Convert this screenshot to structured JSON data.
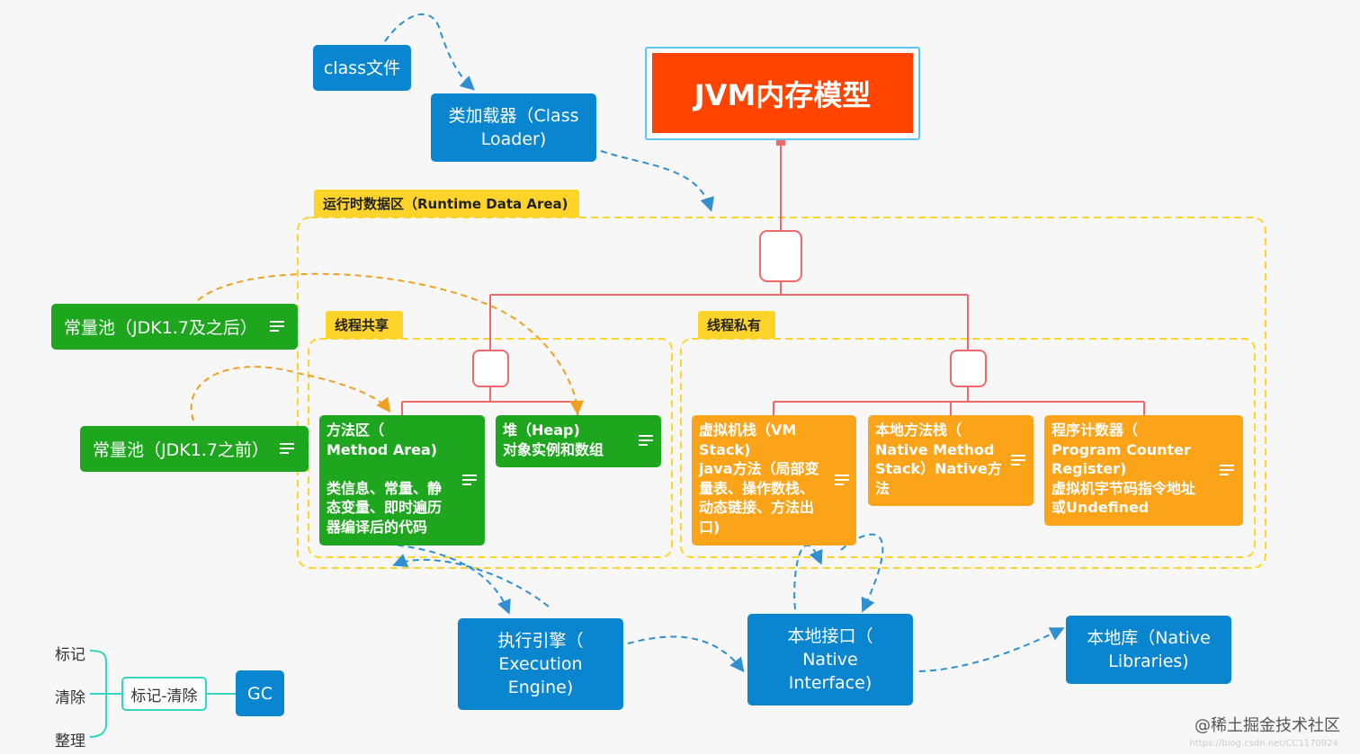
{
  "colors": {
    "root": "#ff4400",
    "blue": "#0a86d0",
    "green": "#1ea61e",
    "orange": "#fba41a",
    "yellow": "#ffd42a",
    "connector": "#ee6a6a",
    "dash": "#2f8fd0",
    "dash_orange": "#f0a020",
    "teal": "#33d6c0"
  },
  "root": {
    "title": "JVM内存模型"
  },
  "class_file": {
    "label": "class文件"
  },
  "class_loader": {
    "label": "类加载器（Class\nLoader)"
  },
  "runtime_area": {
    "tag": "运行时数据区（Runtime Data Area)"
  },
  "shared": {
    "tag": "线程共享"
  },
  "private": {
    "tag": "线程私有"
  },
  "method_area": {
    "text": "方法区（\nMethod Area)\n\n类信息、常量、静\n态变量、即时遍历\n器编译后的代码"
  },
  "heap": {
    "text": "堆（Heap)\n对象实例和数组"
  },
  "vm_stack": {
    "text": "虚拟机栈（VM\nStack)\njava方法（局部变\n量表、操作数栈、\n动态链接、方法出\n口)"
  },
  "native_stack": {
    "text": "本地方法栈（\nNative Method\nStack）Native方\n法"
  },
  "pc_register": {
    "text": "程序计数器（\nProgram Counter\nRegister)\n虚拟机字节码指令地址\n或Undefined"
  },
  "const_pool_after": {
    "label": "常量池（JDK1.7及之后）"
  },
  "const_pool_before": {
    "label": "常量池（JDK1.7之前）"
  },
  "exec_engine": {
    "label": "执行引擎（\nExecution\nEngine)"
  },
  "native_interface": {
    "label": "本地接口（\nNative\nInterface)"
  },
  "native_lib": {
    "label": "本地库（Native\nLibraries)"
  },
  "gc": {
    "label": "GC",
    "mark_sweep": "标记-清除",
    "items": [
      "标记",
      "清除",
      "整理"
    ]
  },
  "watermark": {
    "text": "@稀土掘金技术社区",
    "url": "https://blog.csdn.net/CC1170924"
  }
}
